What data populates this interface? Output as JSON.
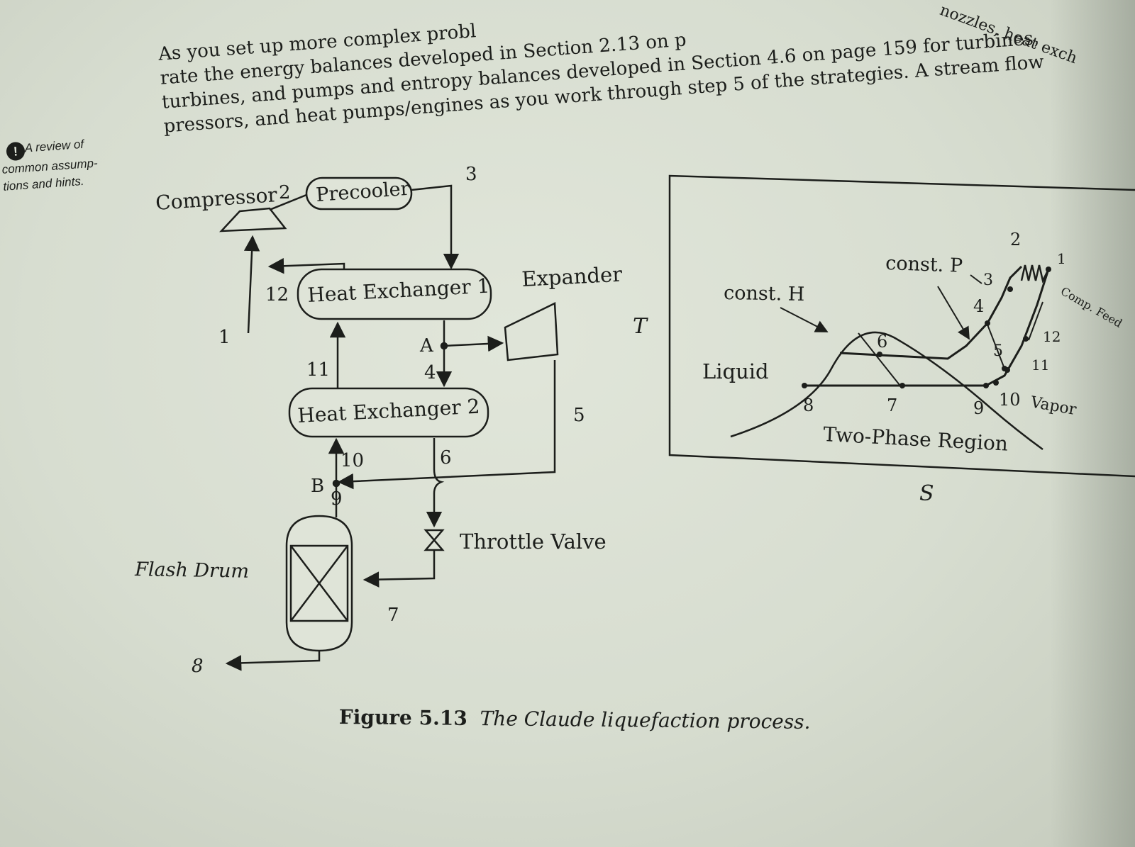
{
  "body_text": {
    "lines": [
      "As you set up more complex probl",
      "rate the energy balances developed in Section 2.13 on p",
      "turbines, and pumps and entropy balances developed in Section 4.6 on page 159 for turbines,",
      "pressors, and heat pumps/engines as you work through step 5 of the strategies. A stream flow"
    ],
    "top_right_fragment": "nozzles, heat exch"
  },
  "margin_note": {
    "icon": "exclamation-icon",
    "lines": [
      "A review of",
      "common assump-",
      "tions and hints."
    ]
  },
  "flowsheet": {
    "compressor": "Compressor",
    "precooler": "Precooler",
    "heat_exchanger_1": "Heat Exchanger 1",
    "heat_exchanger_2": "Heat Exchanger 2",
    "expander": "Expander",
    "throttle_valve": "Throttle Valve",
    "flash_drum": "Flash Drum",
    "stream_1": "1",
    "stream_2": "2",
    "stream_3": "3",
    "stream_4": "4",
    "stream_5": "5",
    "stream_6": "6",
    "stream_7": "7",
    "stream_8": "8",
    "stream_9": "9",
    "stream_10": "10",
    "stream_11": "11",
    "stream_12": "12",
    "node_a": "A",
    "node_b": "B"
  },
  "ts_diagram": {
    "y_axis": "T",
    "x_axis": "S",
    "const_p": "const. P",
    "const_h": "const. H",
    "liquid": "Liquid",
    "vapor": "Vapor",
    "two_phase": "Two-Phase Region",
    "comp_feed": "Comp. Feed",
    "points": [
      "1",
      "2",
      "3",
      "4",
      "5",
      "6",
      "7",
      "8",
      "9",
      "10",
      "11",
      "12"
    ]
  },
  "caption": {
    "label": "Figure 5.13",
    "title": "The Claude liquefaction process."
  }
}
